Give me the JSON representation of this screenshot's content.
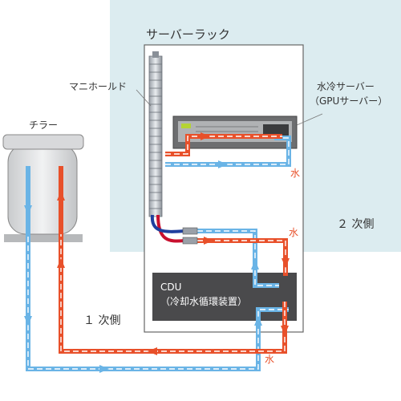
{
  "labels": {
    "server_rack": "サーバーラック",
    "manifold": "マニホールド",
    "water_server_line1": "水冷サーバー",
    "water_server_line2": "（GPUサーバー）",
    "chiller": "チラー",
    "secondary_side": "２ 次側",
    "primary_side": "１ 次側",
    "cdu_line1": "CDU",
    "cdu_line2": "（冷却水循環装置）",
    "water_1": "水",
    "water_2": "水",
    "water_3": "水"
  },
  "colors": {
    "secondary_zone": "#dcecf0",
    "hot_line": "#e8502a",
    "cold_line": "#6ab4e6",
    "cdu_box": "#4a4a4c",
    "rack_border": "#666666",
    "manifold_hot": "#c8102e",
    "manifold_cold": "#1f3f9e"
  }
}
